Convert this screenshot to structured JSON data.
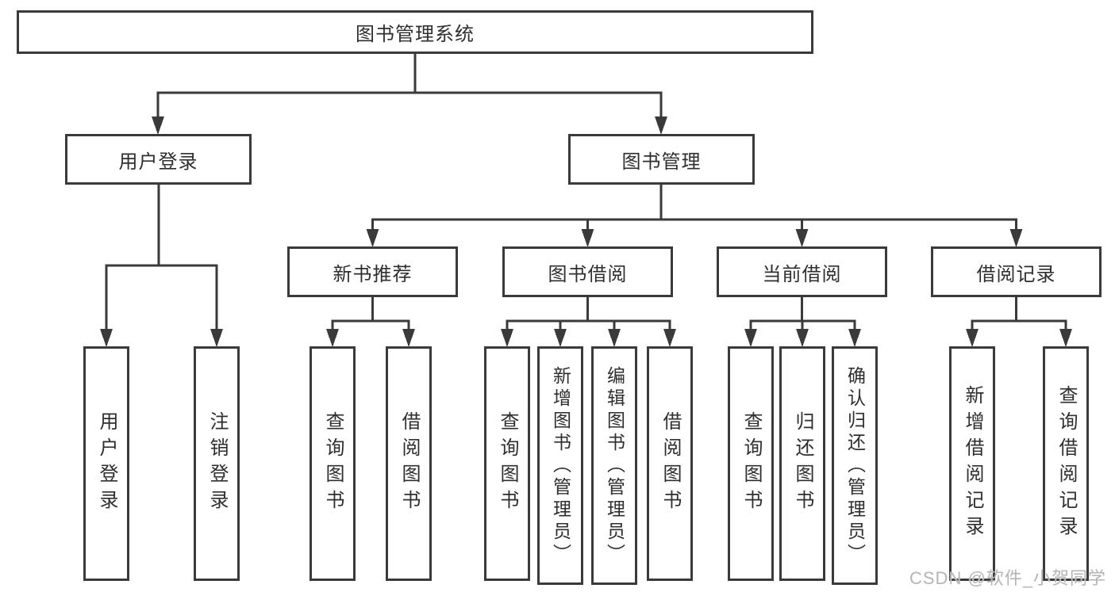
{
  "watermark": "CSDN @软件_小贺同学",
  "colors": {
    "line": "#3a3a3a",
    "box_border": "#3a3a3a",
    "text": "#2e2e2e",
    "watermark": "#b4b4b4",
    "background": "#ffffff"
  },
  "tree": {
    "label": "图书管理系统",
    "children": [
      {
        "label": "用户登录",
        "children": [
          {
            "label": "用户登录"
          },
          {
            "label": "注销登录"
          }
        ]
      },
      {
        "label": "图书管理",
        "children": [
          {
            "label": "新书推荐",
            "children": [
              {
                "label": "查询图书"
              },
              {
                "label": "借阅图书"
              }
            ]
          },
          {
            "label": "图书借阅",
            "children": [
              {
                "label": "查询图书"
              },
              {
                "label": "新增图书（管理员）"
              },
              {
                "label": "编辑图书（管理员）"
              },
              {
                "label": "借阅图书"
              }
            ]
          },
          {
            "label": "当前借阅",
            "children": [
              {
                "label": "查询图书"
              },
              {
                "label": "归还图书"
              },
              {
                "label": "确认归还（管理员）"
              }
            ]
          },
          {
            "label": "借阅记录",
            "children": [
              {
                "label": "新增借阅记录"
              },
              {
                "label": "查询借阅记录"
              }
            ]
          }
        ]
      }
    ]
  }
}
